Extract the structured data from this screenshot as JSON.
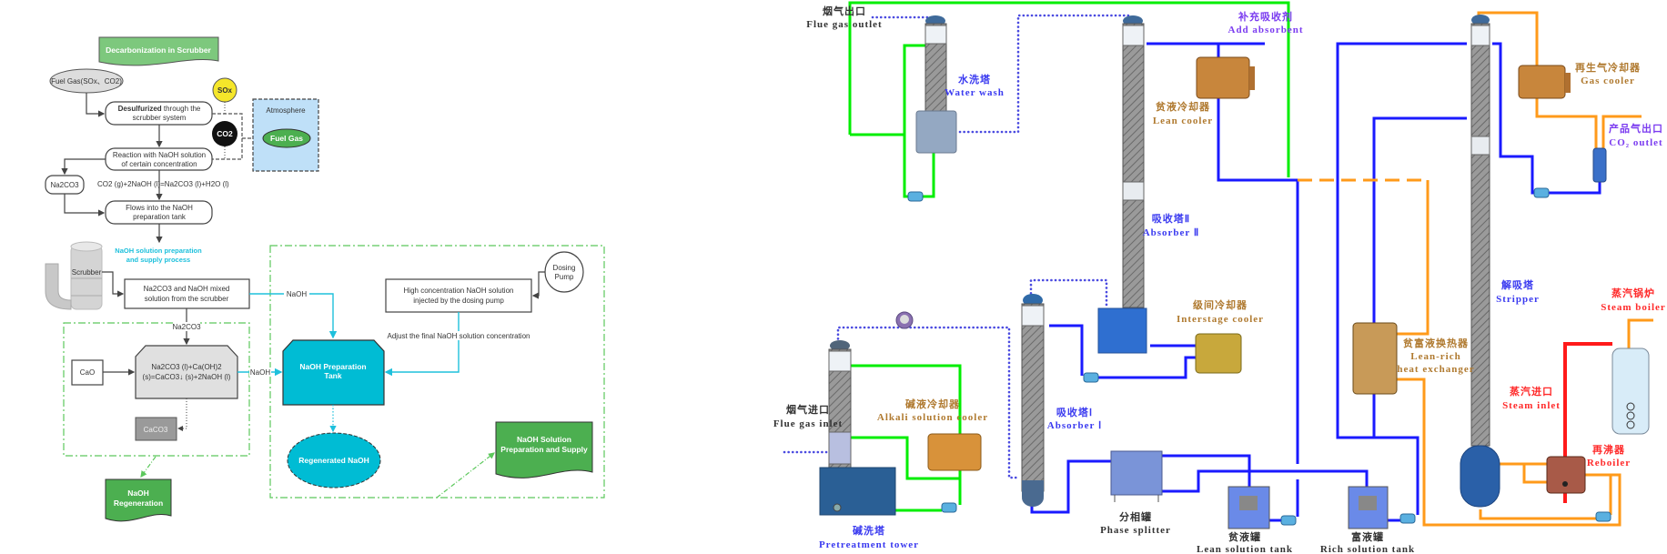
{
  "flowchart": {
    "title": "Decarbonization in Scrubber",
    "fuel_gas_in": "Fuel Gas(SOx、CO2)",
    "sox": "SOx",
    "co2": "CO2",
    "desulfurized_bold": "Desulfurized",
    "desulfurized_rest": " through the",
    "desulfurized_line2": "scrubber system",
    "atmosphere": "Atmosphere",
    "fuel_gas_out": "Fuel Gas",
    "reaction_line1": "Reaction with NaOH solution",
    "reaction_line2": "of certain concentration",
    "na2co3_box": "Na2CO3",
    "equation": "CO2 (g)+2NaOH (l)=Na2CO3 (l)+H2O (l)",
    "flows_line1": "Flows into the NaOH",
    "flows_line2": "preparation tank",
    "section_line1": "NaOH solution preparation",
    "section_line2": "and supply process",
    "scrubber": "Scrubber",
    "mixed_line1": "Na2CO3 and NaOH mixed",
    "mixed_line2": "solution from the scrubber",
    "na2co3_label": "Na2CO3",
    "cao": "CaO",
    "causticizing_line1": "Na2CO3 (l)+Ca(OH)2",
    "causticizing_line2": "(s)=CaCO3↓ (s)+2NaOH (l)",
    "caco3": "CaCO3",
    "naoh_label_top": "NaOH",
    "naoh_label_mid": "NaOH",
    "tank_line1": "NaOH Preparation",
    "tank_line2": "Tank",
    "regenerated": "Regenerated NaOH",
    "high_line1": "High concentration NaOH solution",
    "high_line2": "injected by the dosing pump",
    "dosing_line1": "Dosing",
    "dosing_line2": "Pump",
    "adjust": "Adjust the final NaOH solution concentration",
    "regen_doc_line1": "NaOH",
    "regen_doc_line2": "Regeneration",
    "supply_doc_line1": "NaOH Solution",
    "supply_doc_line2": "Preparation and Supply"
  },
  "process": {
    "flue_gas_outlet": {
      "cn": "烟气出口",
      "en": "Flue gas outlet"
    },
    "water_wash": {
      "cn": "水洗塔",
      "en": "Water wash"
    },
    "add_absorbent": {
      "cn": "补充吸收剂",
      "en": "Add absorbent"
    },
    "lean_cooler": {
      "cn": "贫液冷却器",
      "en": "Lean cooler"
    },
    "gas_cooler": {
      "cn": "再生气冷却器",
      "en": "Gas cooler"
    },
    "co2_outlet": {
      "cn": "产品气出口",
      "en": "CO₂ outlet"
    },
    "absorber_2": {
      "cn": "吸收塔Ⅱ",
      "en": "Absorber Ⅱ"
    },
    "interstage_cooler": {
      "cn": "级间冷却器",
      "en": "Interstage cooler"
    },
    "stripper": {
      "cn": "解吸塔",
      "en": "Stripper"
    },
    "steam_boiler": {
      "cn": "蒸汽锅炉",
      "en": "Steam boiler"
    },
    "lean_rich_hx": {
      "cn": "贫富液换热器",
      "en1": "Lean-rich",
      "en2": "heat exchanger"
    },
    "steam_inlet": {
      "cn": "蒸汽进口",
      "en": "Steam inlet"
    },
    "reboiler": {
      "cn": "再沸器",
      "en": "Reboiler"
    },
    "flue_gas_inlet": {
      "cn": "烟气进口",
      "en": "Flue gas inlet"
    },
    "alkali_cooler": {
      "cn": "碱液冷却器",
      "en": "Alkali solution cooler"
    },
    "absorber_1": {
      "cn": "吸收塔Ⅰ",
      "en": "Absorber Ⅰ"
    },
    "phase_splitter": {
      "cn": "分相罐",
      "en": "Phase splitter"
    },
    "lean_tank": {
      "cn": "贫液罐",
      "en": "Lean solution tank"
    },
    "rich_tank": {
      "cn": "富液罐",
      "en": "Rich solution tank"
    },
    "pretreatment": {
      "cn": "碱洗塔",
      "en": "Pretreatment tower"
    }
  },
  "colors": {
    "alkali_line": "#00ee00",
    "solvent_line": "#1a1aff",
    "gas_line": "#4a4ae0",
    "regen_line": "#ff9a1a",
    "steam_line": "#ff1a1a",
    "process_flow_cyan": "#1ec0dc",
    "doc_green": "#4caf50"
  }
}
